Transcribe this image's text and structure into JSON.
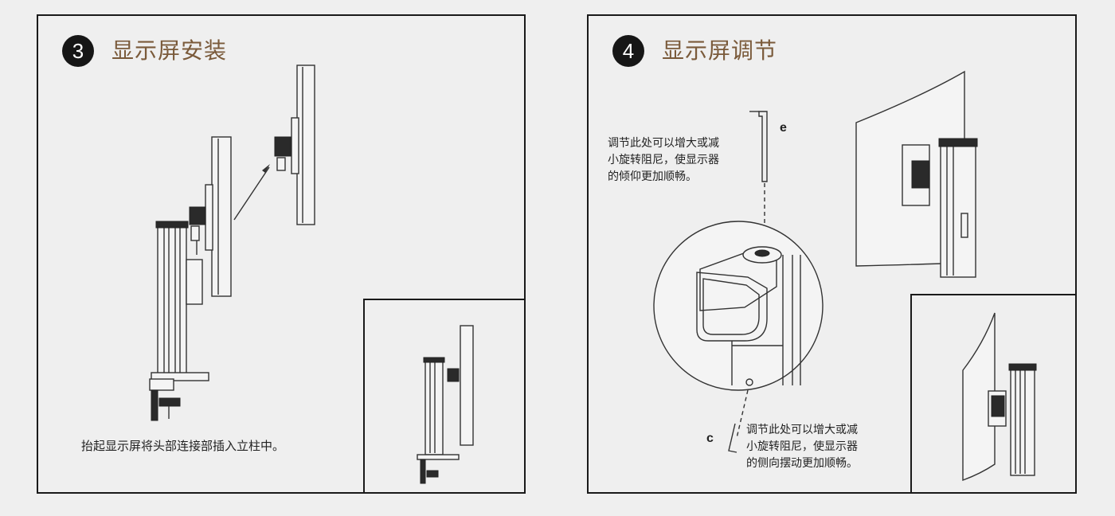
{
  "steps": [
    {
      "number": "3",
      "title": "显示屏安装",
      "caption": "抬起显示屏将头部连接部插入立柱中。"
    },
    {
      "number": "4",
      "title": "显示屏调节",
      "caption_top": [
        "调节此处可以增大或减",
        "小旋转阻尼，使显示器",
        "的倾仰更加顺畅。"
      ],
      "caption_bottom": [
        "调节此处可以增大或减",
        "小旋转阻尼，使显示器",
        "的侧向摆动更加顺畅。"
      ],
      "label_e": "e",
      "label_c": "c"
    }
  ],
  "colors": {
    "title": "#7a5a3a",
    "badge": "#161616",
    "border": "#1a1a1a",
    "background": "#efefef"
  }
}
